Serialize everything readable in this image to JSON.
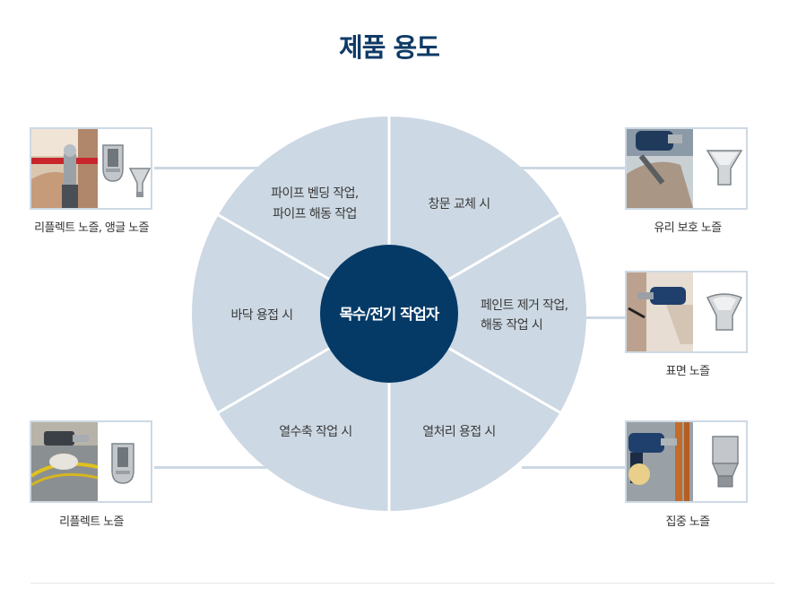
{
  "title": "제품 용도",
  "center_label": "목수/전기 작업자",
  "segments": [
    {
      "lines": [
        "파이프 벤딩 작업,",
        "파이프 해동 작업"
      ]
    },
    {
      "lines": [
        "창문 교체 시"
      ]
    },
    {
      "lines": [
        "페인트 제거 작업,",
        "해동 작업 시"
      ]
    },
    {
      "lines": [
        "열처리 용접 시"
      ]
    },
    {
      "lines": [
        "열수축 작업 시"
      ]
    },
    {
      "lines": [
        "바닥 용접 시"
      ]
    }
  ],
  "products": [
    {
      "id": "left-top",
      "caption": "리플렉트 노즐, 앵글 노즐",
      "photo_icon": "pipe-bending-photo",
      "nozzle_icons": [
        "reflector-nozzle-icon",
        "angle-nozzle-icon"
      ]
    },
    {
      "id": "left-bottom",
      "caption": "리플렉트 노즐",
      "photo_icon": "heat-shrink-photo",
      "nozzle_icons": [
        "reflector-nozzle-icon"
      ]
    },
    {
      "id": "right-top",
      "caption": "유리 보호 노즐",
      "photo_icon": "window-glass-photo",
      "nozzle_icons": [
        "glass-protection-nozzle-icon"
      ]
    },
    {
      "id": "right-mid",
      "caption": "표면 노즐",
      "photo_icon": "paint-removal-photo",
      "nozzle_icons": [
        "surface-nozzle-icon"
      ]
    },
    {
      "id": "right-bottom",
      "caption": "집중 노즐",
      "photo_icon": "heat-welding-photo",
      "nozzle_icons": [
        "reducer-nozzle-icon"
      ]
    }
  ],
  "colors": {
    "title": "#0f3a66",
    "wheel_fill": "#ccd8e3",
    "center_fill": "#053a67",
    "divider": "#ffffff",
    "card_border": "#cdd9e4"
  }
}
